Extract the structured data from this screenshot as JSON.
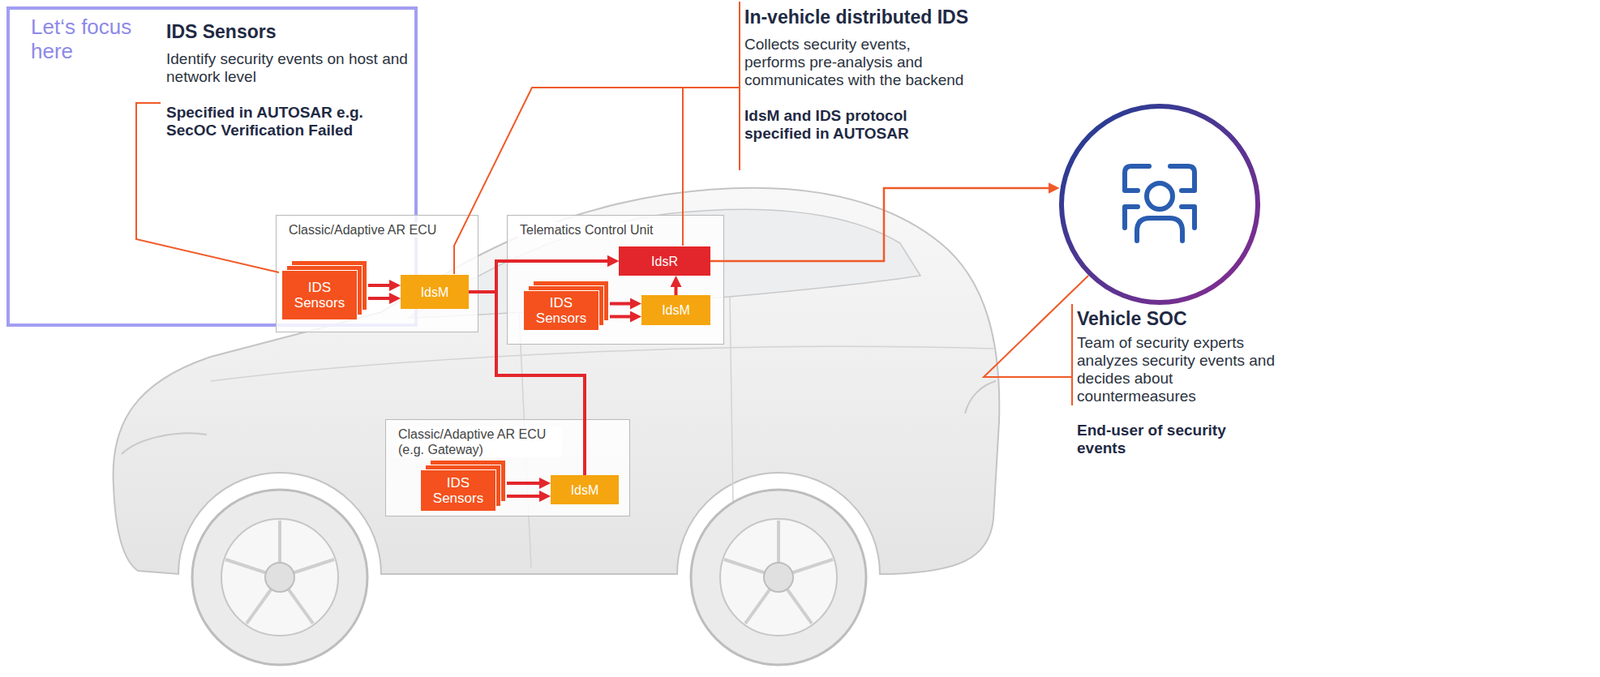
{
  "diagram": {
    "nodes": [
      {
        "text": [
          "Let‘s focus here"
        ]
      },
      {
        "text": [
          "Classic/Adaptive AR ECU"
        ]
      },
      {
        "text": [
          "IDS Sensors"
        ],
        "in": 1
      },
      {
        "text": [
          "IdsM"
        ],
        "in": 1
      },
      {
        "text": [
          "Telematics Control Unit"
        ]
      },
      {
        "text": [
          "IdsR"
        ],
        "in": 4
      },
      {
        "text": [
          "IDS Sensors"
        ],
        "in": 4
      },
      {
        "text": [
          "IdsM"
        ],
        "in": 4
      },
      {
        "text": [
          "Classic/Adaptive AR ECU (e.g. Gateway)"
        ]
      },
      {
        "text": [
          "IDS Sensors"
        ],
        "in": 8
      },
      {
        "text": [
          "IdsM"
        ],
        "in": 8
      },
      {
        "text": [
          "Vehicle SOC",
          "Team of security experts analyzes security events and decides about countermeasures",
          "End-user of security events"
        ]
      }
    ],
    "edges": [
      {
        "from": 2,
        "to": 3,
        "arrow": "to"
      },
      {
        "from": 3,
        "to": 5,
        "arrow": "to"
      },
      {
        "from": 6,
        "to": 7,
        "arrow": "to"
      },
      {
        "from": 7,
        "to": 5,
        "arrow": "to"
      },
      {
        "from": 9,
        "to": 10,
        "arrow": "to"
      },
      {
        "from": 10,
        "to": 5,
        "arrow": "to"
      },
      {
        "from": 5,
        "to": 11,
        "arrow": "to"
      }
    ],
    "labels": [
      "IDS Sensors",
      "Identify security events on host and network level",
      "Specified in AUTOSAR e.g. SecOC Verification Failed",
      "In-vehicle distributed IDS",
      "Collects security events, performs pre-analysis and communicates with the backend",
      "IdsM and IDS protocol specified in AUTOSAR"
    ]
  }
}
